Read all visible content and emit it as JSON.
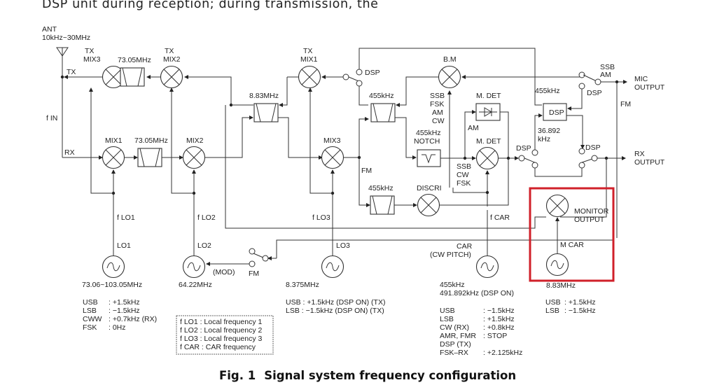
{
  "intro_text": "DSP unit during reception; during transmission, the",
  "caption": {
    "number": "Fig. 1",
    "title": "Signal system frequency configuration"
  },
  "antenna": {
    "label": "ANT",
    "range": "10kHz~30MHz"
  },
  "signals": {
    "tx": "TX",
    "rx": "RX",
    "fin": "f IN",
    "fm_mid": "FM",
    "fm_right": "FM",
    "am": "AM",
    "ssb_am": [
      "SSB",
      "AM"
    ],
    "mode_top": [
      "SSB",
      "FSK",
      "AM",
      "CW"
    ],
    "mode_bottom": [
      "SSB",
      "CW",
      "FSK"
    ]
  },
  "blocks": {
    "tx_mix3": [
      "TX",
      "MIX3"
    ],
    "tx_mix2": [
      "TX",
      "MIX2"
    ],
    "tx_mix1": [
      "TX",
      "MIX1"
    ],
    "mix1": "MIX1",
    "mix2": "MIX2",
    "mix3": "MIX3",
    "bm": "B.M",
    "mdet_diode": "M. DET",
    "mdet_mixer": "M. DET",
    "discri": "DISCRI",
    "dsp": "DSP",
    "notch": [
      "455kHz",
      "NOTCH"
    ],
    "monitor": [
      "MONITOR",
      "OUTPUT"
    ]
  },
  "filters": {
    "tx_filter": "73.05MHz",
    "rx_filter": "73.05MHz",
    "if_filter": "8.83MHz",
    "filter_455_top": "455kHz",
    "filter_455_fm": "455kHz",
    "dsp_in": "455kHz",
    "dsp_out": [
      "36.892",
      "kHz"
    ]
  },
  "switch_labels": {
    "dsp_tx": "DSP",
    "dsp_mic": "DSP",
    "dsp_rx_in": "DSP",
    "dsp_rx_out": "DSP",
    "fm_mod": "FM",
    "mod": "(MOD)"
  },
  "outputs": {
    "mic": [
      "MIC",
      "OUTPUT"
    ],
    "rx": [
      "RX",
      "OUTPUT"
    ]
  },
  "oscillators": [
    {
      "id": "lo1",
      "freq_label": "f LO1",
      "name": "LO1",
      "frequency": "73.06~103.05MHz"
    },
    {
      "id": "lo2",
      "freq_label": "f LO2",
      "name": "LO2",
      "frequency": "64.22MHz"
    },
    {
      "id": "lo3",
      "freq_label": "f LO3",
      "name": "LO3",
      "frequency": "8.375MHz"
    },
    {
      "id": "car",
      "freq_label": "f CAR",
      "name": [
        "CAR",
        "(CW PITCH)"
      ],
      "frequency": [
        "455kHz",
        "491.892kHz  (DSP ON)"
      ]
    },
    {
      "id": "mcar",
      "name": "M CAR",
      "frequency": "8.83MHz"
    }
  ],
  "notes": {
    "lo1": [
      [
        "USB",
        ": +1.5kHz"
      ],
      [
        "LSB",
        ": −1.5kHz"
      ],
      [
        "CWW",
        ": +0.7kHz  (RX)"
      ],
      [
        "FSK",
        ": 0Hz"
      ]
    ],
    "lo3": [
      "USB : +1.5kHz  (DSP ON)  (TX)",
      "LSB : −1.5kHz  (DSP ON)  (TX)"
    ],
    "car": [
      [
        "USB",
        ": −1.5kHz"
      ],
      [
        "LSB",
        ": +1.5kHz"
      ],
      [
        "CW (RX)",
        ": +0.8kHz"
      ],
      [
        "AMR, FMR",
        ": STOP"
      ],
      [
        "DSP (TX)",
        ""
      ],
      [
        "FSK–RX",
        ": +2.125kHz"
      ]
    ],
    "mcar": [
      [
        "USB",
        ": +1.5kHz"
      ],
      [
        "LSB",
        ": −1.5kHz"
      ]
    ]
  },
  "legend": [
    "f LO1  : Local frequency 1",
    "f LO2  : Local frequency 2",
    "f LO3  : Local frequency 3",
    "f CAR  : CAR frequency"
  ],
  "highlight": {
    "color": "#d0202a",
    "target": "monitor-output-section"
  }
}
